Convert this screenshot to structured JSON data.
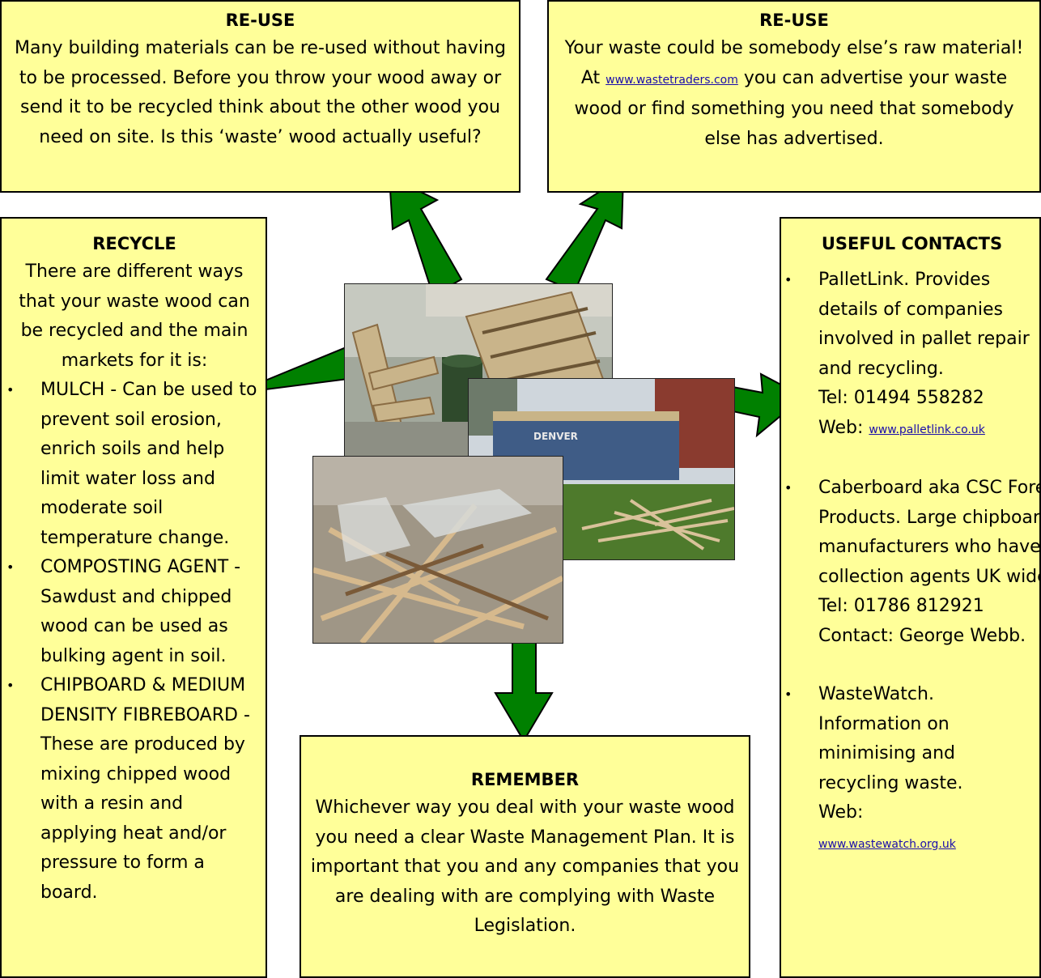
{
  "reuse_left": {
    "title": "RE-USE",
    "text": "Many building materials can be re-used without having to be processed.  Before you throw your wood away or send it to be recycled think about the other wood you need on site.  Is this ‘waste’ wood actually useful?"
  },
  "reuse_right": {
    "title": "RE-USE",
    "line1": "Your waste could be somebody else’s raw material!",
    "line2_prefix": "At ",
    "link": "www.wastetraders.com",
    "line2_suffix": " you can advertise your waste wood or find something you need that somebody else has advertised."
  },
  "recycle": {
    "title": "RECYCLE",
    "intro": "There are different ways that your waste wood can be recycled and the main markets for it is:",
    "items": [
      "MULCH  - Can be used to prevent soil erosion, enrich soils and help limit water loss and moderate soil temperature change.",
      "COMPOSTING AGENT - Sawdust and chipped wood can be used as bulking agent in soil.",
      "CHIPBOARD & MEDIUM DENSITY FIBREBOARD - These are produced by mixing chipped wood with a resin and applying heat and/or pressure to form a board."
    ]
  },
  "contacts": {
    "title": "USEFUL CONTACTS",
    "c1_text": "PalletLink. Provides details of companies involved in pallet repair and recycling.",
    "c1_tel": "Tel: 01494 558282",
    "c1_web_label": "Web: ",
    "c1_link": "www.palletlink.co.uk",
    "c2_text": "Caberboard aka CSC Forest Products. Large chipboard manufacturers who have collection agents UK wide.",
    "c2_tel": "Tel: 01786 812921",
    "c2_contact": "Contact: George Webb.",
    "c3_text": "WasteWatch. Information on minimising and recycling waste.",
    "c3_web_label": "Web:",
    "c3_link": "www.wastewatch.org.uk"
  },
  "remember": {
    "title": "REMEMBER",
    "text": "Whichever way you deal with your waste wood you need a clear Waste Management Plan. It is important that you and any companies that you are dealing with are complying with Waste Legislation."
  },
  "photos": {
    "container_label": "DENVER"
  },
  "colors": {
    "box_fill": "#ffff99",
    "arrow_fill": "#008000",
    "link": "#1a0dab"
  }
}
